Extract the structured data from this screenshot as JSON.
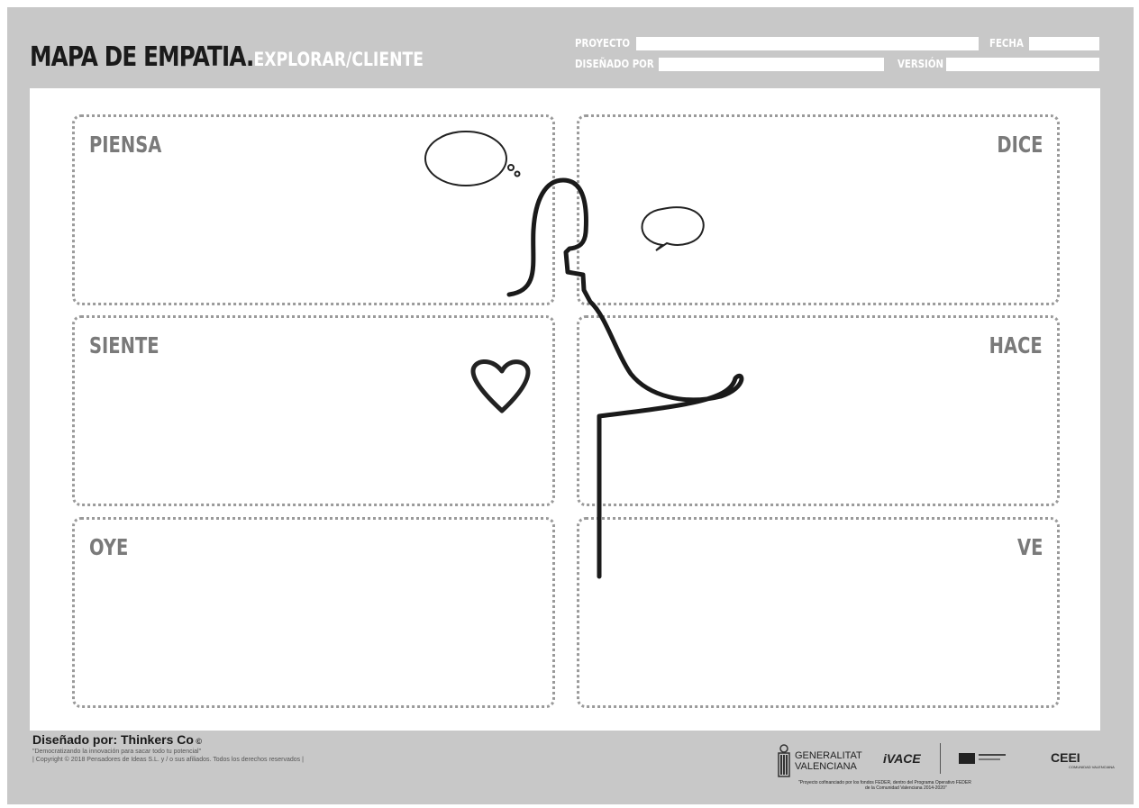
{
  "header": {
    "title": "MAPA DE EMPATIA.",
    "subtitle": "EXPLORAR/CLIENTE",
    "fields": {
      "proyecto_label": "PROYECTO",
      "fecha_label": "FECHA",
      "disenado_label": "DISEÑADO POR",
      "version_label": "VERSIÓN"
    }
  },
  "sections": {
    "piensa": "PIENSA",
    "dice": "DICE",
    "siente": "SIENTE",
    "hace": "HACE",
    "oye": "OYE",
    "ve": "VE"
  },
  "footer": {
    "credit_title": "Diseñado por: Thinkers Co",
    "credit_tagline": "\"Democratizando la innovación para sacar todo tu potencial\"",
    "credit_copyright": "| Copyright © 2018 Pensadores de Ideas S.L. y / o sus afiliados. Todos los derechos reservados |",
    "logos": {
      "generalitat_line1": "GENERALITAT",
      "generalitat_line2": "VALENCIANA",
      "ivace": "iVACE",
      "ceei": "CEEI",
      "ceei_sub": "COMUNIDAD VALENCIANA"
    },
    "funding_line1": "\"Proyecto cofinanciado por los fondos FEDER, dentro del Programa Operativo FEDER",
    "funding_line2": "de la Comunidad Valenciana 2014-2020\""
  },
  "colors": {
    "frame_gray": "#c8c8c8",
    "label_gray": "#7a7a7a",
    "title_black": "#1a1a1a"
  },
  "icons": [
    "thought-bubble-icon",
    "speech-bubble-icon",
    "heart-icon",
    "person-profile-drawing"
  ]
}
